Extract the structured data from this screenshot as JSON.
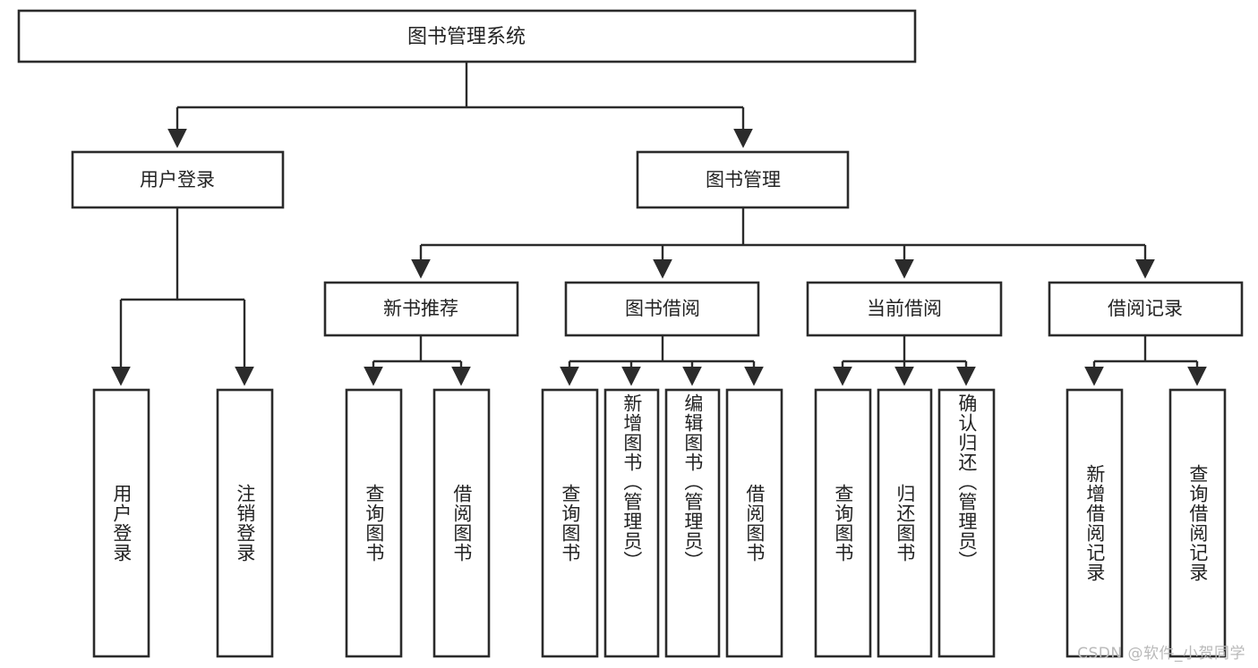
{
  "diagram": {
    "title": "图书管理系统",
    "type": "tree-hierarchy",
    "watermark": "CSDN @软件_小贺同学",
    "colors": {
      "stroke": "#2b2b2b",
      "fill": "#ffffff",
      "text": "#232323",
      "watermark": "#b9b9b9"
    },
    "levels": {
      "root": {
        "label": "图书管理系统"
      },
      "level2": [
        {
          "label": "用户登录"
        },
        {
          "label": "图书管理"
        }
      ],
      "level3": [
        {
          "label": "新书推荐"
        },
        {
          "label": "图书借阅"
        },
        {
          "label": "当前借阅"
        },
        {
          "label": "借阅记录"
        }
      ],
      "leaves": {
        "user_login": [
          {
            "label": "用户登录"
          },
          {
            "label": "注销登录"
          }
        ],
        "new_book_recommend": [
          {
            "label": "查询图书"
          },
          {
            "label": "借阅图书"
          }
        ],
        "book_borrow": [
          {
            "label": "查询图书"
          },
          {
            "label": "新增图书（管理员）"
          },
          {
            "label": "编辑图书（管理员）"
          },
          {
            "label": "借阅图书"
          }
        ],
        "current_borrow": [
          {
            "label": "查询图书"
          },
          {
            "label": "归还图书"
          },
          {
            "label": "确认归还（管理员）"
          }
        ],
        "borrow_record": [
          {
            "label": "新增借阅记录"
          },
          {
            "label": "查询借阅记录"
          }
        ]
      }
    }
  }
}
